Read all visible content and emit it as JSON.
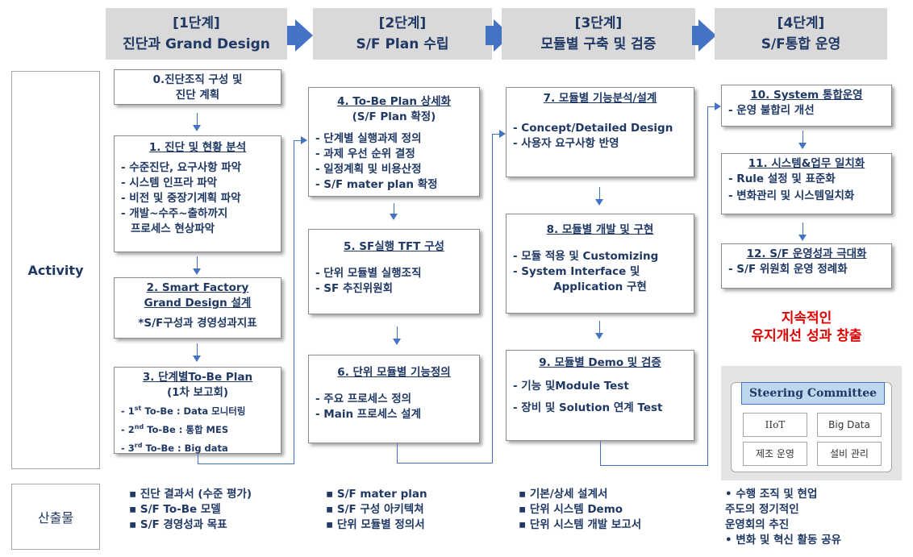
{
  "phases": [
    {
      "step": "[1단계]",
      "name": "진단과 Grand Design"
    },
    {
      "step": "[2단계]",
      "name": "S/F Plan 수립"
    },
    {
      "step": "[3단계]",
      "name": "모듈별 구축 및 검증"
    },
    {
      "step": "[4단계]",
      "name": "S/F통합 운영"
    }
  ],
  "rows": {
    "activity": "Activity",
    "output": "산출물"
  },
  "boxes": {
    "b0": {
      "lines": [
        "0.진단조직 구성  및",
        "진단 계획"
      ]
    },
    "b1": {
      "title": "1. 진단 및 현황 분석",
      "lines": [
        "- 수준진단, 요구사항 파악",
        "- 시스템 인프라 파악",
        "- 비전 및 중장기계획 파악",
        "- 개발~수주~출하까지",
        "  프로세스 현상파악"
      ]
    },
    "b2": {
      "title": "2. Smart Factory",
      "title2": "Grand Design 설계",
      "lines": [
        "*S/F구성과 경영성과지표"
      ]
    },
    "b3": {
      "title": "3. 단계별To-Be Plan",
      "subtitle": "(1차 보고회)",
      "lines": [
        {
          "pre": "- 1",
          "sup": "st",
          "post": " To-Be : Data 모니터링"
        },
        {
          "pre": "- 2",
          "sup": "nd",
          "post": " To-Be : 통합 MES"
        },
        {
          "pre": "- 3",
          "sup": "rd",
          "post": " To-Be :  Big data"
        }
      ]
    },
    "b4": {
      "title": "4. To-Be Plan 상세화",
      "subtitle": "(S/F Plan 확정)",
      "lines": [
        "- 단계별 실행과제 정의",
        "- 과제 우선 순위 결정",
        "- 일정계획 및 비용산정",
        "- S/F mater plan 확정"
      ]
    },
    "b5": {
      "title": "5. SF실행 TFT 구성",
      "lines": [
        "- 단위 모듈별 실행조직",
        "- SF 추진위원회"
      ]
    },
    "b6": {
      "title": "6. 단위 모듈별 기능정의",
      "lines": [
        "- 주요 프로세스 정의",
        "- Main 프로세스 설계"
      ]
    },
    "b7": {
      "title": "7. 모듈별 기능분석/설계",
      "lines": [
        "- Concept/Detailed Design",
        "- 사용자 요구사항 반영"
      ]
    },
    "b8": {
      "title": "8. 모듈별 개발 및 구현",
      "lines": [
        "- 모듈 적용 및 Customizing",
        "- System Interface 및",
        "Application 구현"
      ]
    },
    "b9": {
      "title": "9. 모듈별 Demo 및 검증",
      "lines": [
        "- 기능 및Module Test",
        "- 장비 및 Solution 연계 Test"
      ]
    },
    "b10": {
      "title": "10. System 통합운영",
      "lines": [
        "- 운영 불합리 개선"
      ]
    },
    "b11": {
      "title": "11. 시스템&업무 일치화",
      "lines": [
        "- Rule 설정 및 표준화",
        "- 변화관리 및 시스템일치화"
      ]
    },
    "b12": {
      "title": "12. S/F 운영성과 극대화",
      "lines": [
        "- S/F 위원회 운영 정례화"
      ]
    }
  },
  "highlight": [
    "지속적인",
    "유지개선 성과 창출"
  ],
  "steering": {
    "title": "Steering Committee",
    "cells": [
      "IIoT",
      "Big Data",
      "제조 운영",
      "설비 관리"
    ]
  },
  "outputs": [
    [
      "▪ 진단 결과서 (수준 평가)",
      "▪ S/F To-Be 모델",
      "▪ S/F 경영성과 목표"
    ],
    [
      "▪ S/F mater plan",
      "▪ S/F 구성 아키텍쳐",
      "▪ 단위 모듈별 정의서"
    ],
    [
      "▪  기본/상세 설계서",
      "▪  단위 시스템 Demo",
      "▪  단위 시스템 개발 보고서"
    ],
    [
      "• 수행 조직 및 현업",
      "  주도의  정기적인",
      "  운영회의 추진",
      "• 변화 및 혁신 활동 공유"
    ]
  ],
  "colors": {
    "accent": "#4472c4",
    "text": "#1f3864",
    "header_bg": "#d9d9d9",
    "highlight": "#e00000"
  }
}
